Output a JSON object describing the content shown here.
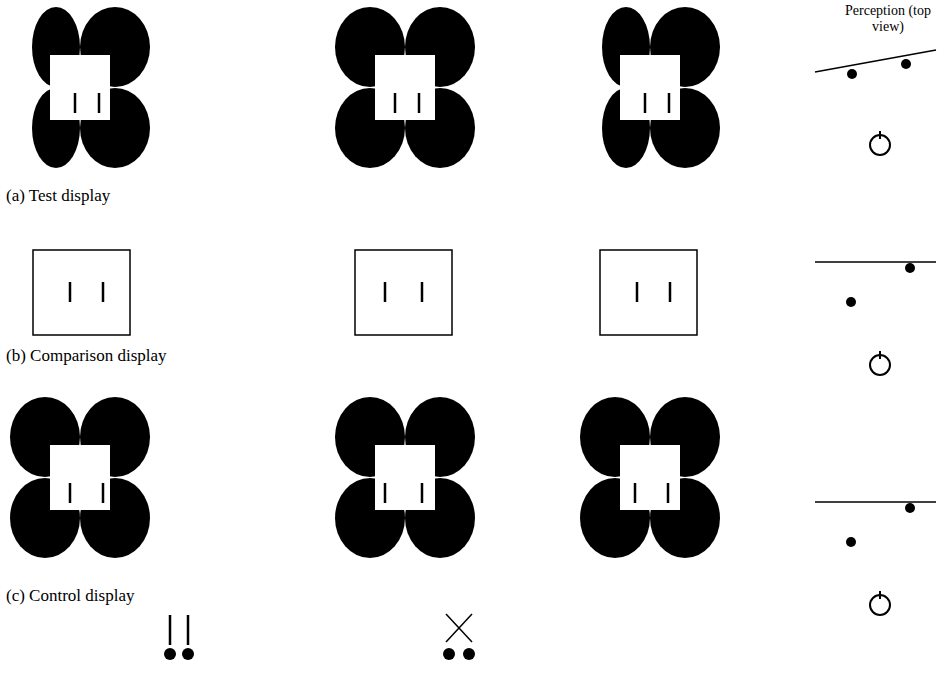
{
  "diagram": {
    "labels": [
      "Perception (top view)",
      "(a) Test display",
      "(b) Comparison display",
      "(c) Control display"
    ]
  }
}
